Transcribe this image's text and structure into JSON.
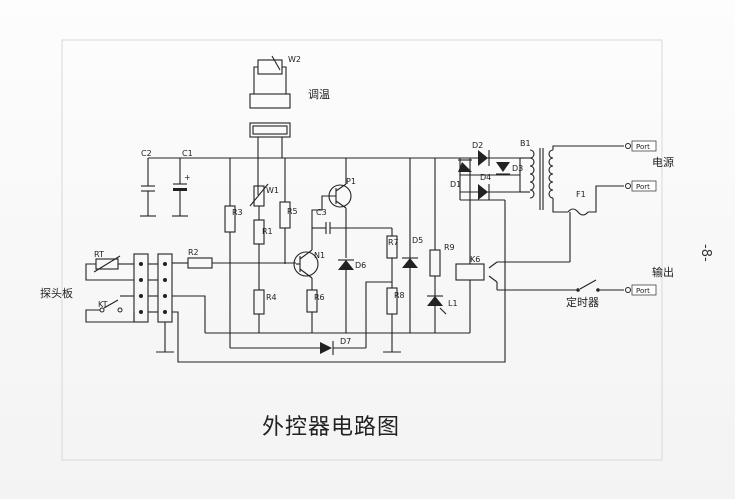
{
  "title": "外控器电路图",
  "page_number": "-8-",
  "labels": {
    "W2": "W2",
    "tiaowen": "调温",
    "C2": "C2",
    "C1": "C1",
    "C1_plus": "+",
    "W1": "W1",
    "R3": "R3",
    "R1": "R1",
    "R5": "R5",
    "P1": "P1",
    "C3": "C3",
    "R2": "R2",
    "N1": "N1",
    "D6": "D6",
    "R7": "R7",
    "D5": "D5",
    "R9": "R9",
    "K6": "K6",
    "L1": "L1",
    "R8": "R8",
    "R4": "R4",
    "R6": "R6",
    "D7": "D7",
    "RT": "RT",
    "KT": "KT",
    "tantouban": "探头板",
    "D2": "D2",
    "D1": "D1",
    "D4": "D4",
    "D3": "D3",
    "B1": "B1",
    "F1": "F1",
    "dianyuan": "电源",
    "shuchu": "输出",
    "dingshiqi": "定时器"
  },
  "ports": [
    "Port",
    "Port",
    "Port"
  ]
}
